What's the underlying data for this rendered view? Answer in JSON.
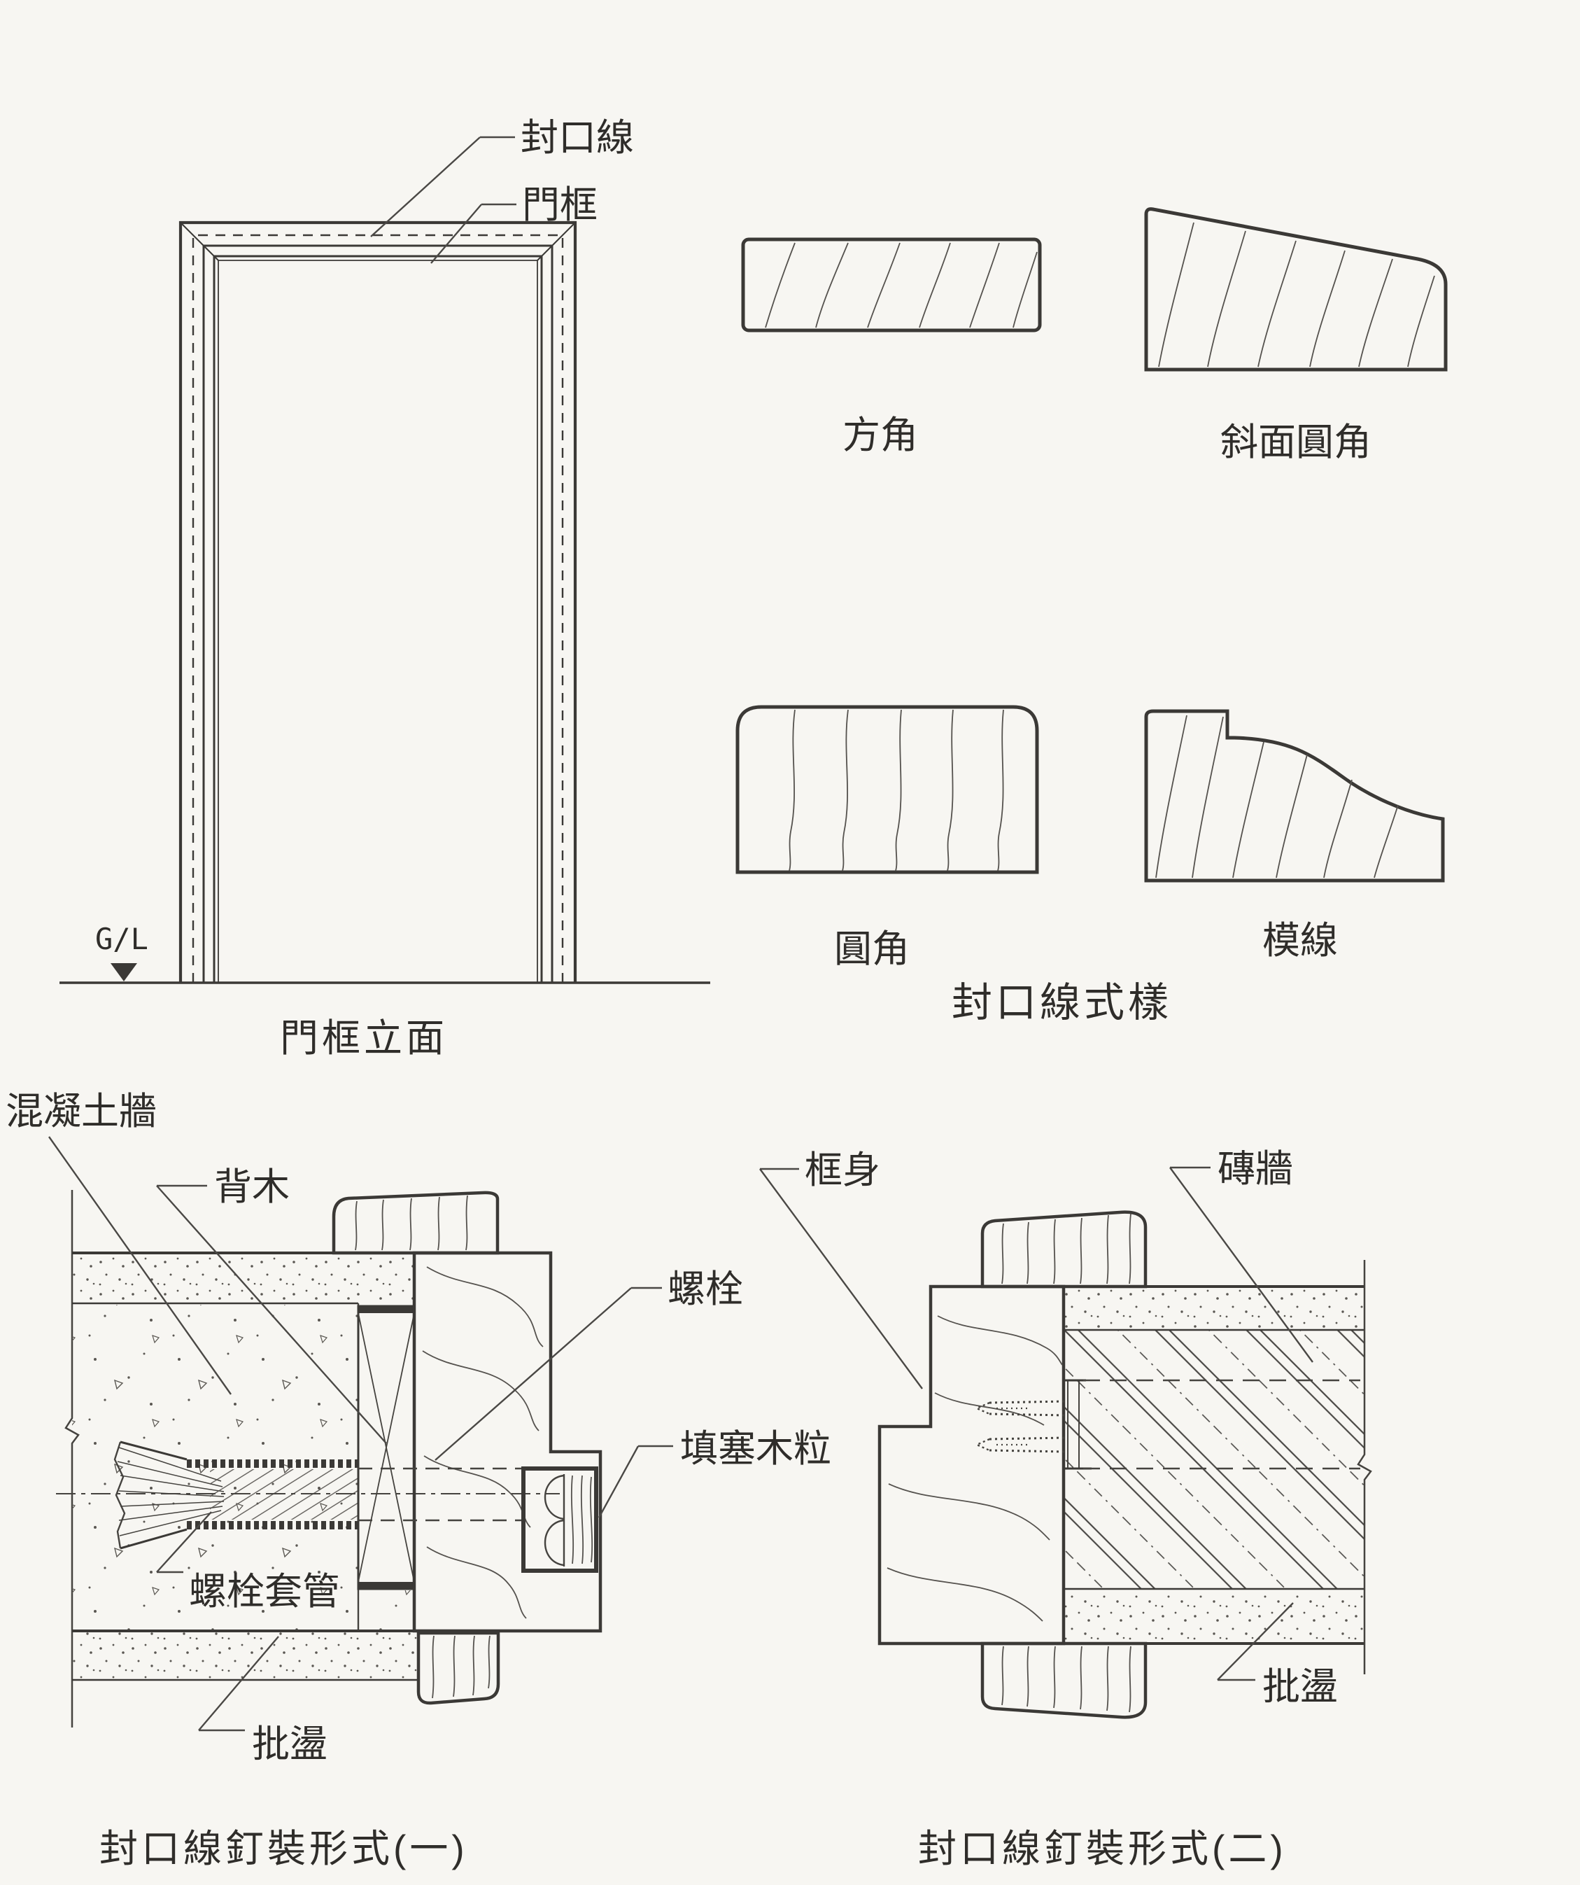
{
  "page": {
    "background": "#f7f6f2",
    "ink": "#3b3936"
  },
  "elevation": {
    "labels": {
      "seal_line": "封口線",
      "door_frame": "門框"
    },
    "ground_level": "G/L",
    "caption": "門框立面"
  },
  "profiles": {
    "items": [
      {
        "label": "方角"
      },
      {
        "label": "斜面圓角"
      },
      {
        "label": "圓角"
      },
      {
        "label": "模線"
      }
    ],
    "caption": "封口線式樣"
  },
  "detail_one": {
    "labels": {
      "concrete_wall": "混凝土牆",
      "backing_wood": "背木",
      "bolt": "螺栓",
      "filler_wood_plug": "填塞木粒",
      "bolt_sleeve": "螺栓套管",
      "plaster": "批盪"
    },
    "caption": "封口線釘裝形式(一)"
  },
  "detail_two": {
    "labels": {
      "frame_body": "框身",
      "brick_wall": "磚牆",
      "plaster": "批盪"
    },
    "caption": "封口線釘裝形式(二)"
  }
}
